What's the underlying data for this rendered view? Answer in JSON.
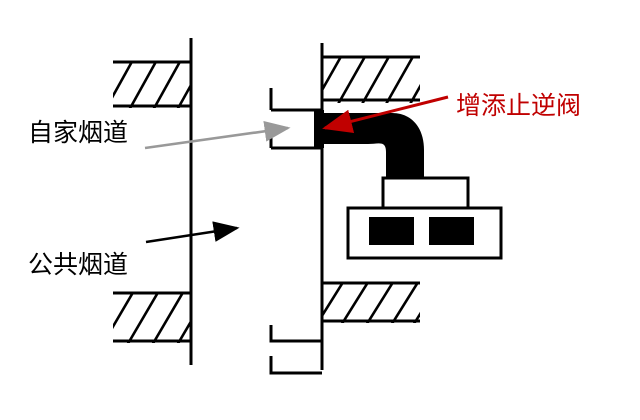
{
  "diagram": {
    "title": "kitchen-flue-check-valve-cross-section",
    "labels": {
      "own_flue": "自家烟道",
      "public_flue": "公共烟道",
      "check_valve": "增添止逆阀"
    },
    "colors": {
      "line": "#000000",
      "annotation_red": "#c00000",
      "annotation_gray": "#999999",
      "duct_fill": "#000000",
      "background": "#ffffff"
    },
    "parts": {
      "public_flue_shaft": "public-flue-shaft",
      "private_flue_branch": "private-flue-branch",
      "wall_hatch": "wall-hatch-section",
      "elbow_duct": "elbow-duct",
      "range_hood": "range-hood",
      "hood_neck": "range-hood-neck",
      "hood_filter_left": "hood-filter-left",
      "hood_filter_right": "hood-filter-right",
      "flue_opening": "flue-wall-opening",
      "bracket_upper": "bracket-upper",
      "bracket_lower": "bracket-lower",
      "bracket_corner": "bracket-corner"
    }
  }
}
